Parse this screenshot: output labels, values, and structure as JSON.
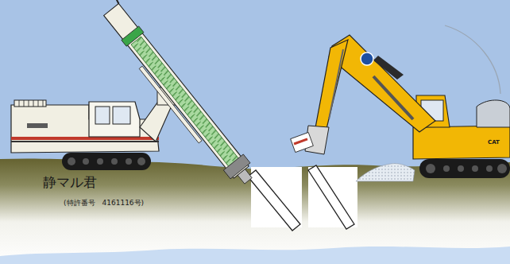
{
  "diagram": {
    "labels": [
      "静マル君",
      "(特許番号　4161116号)",
      "CAT"
    ]
  }
}
